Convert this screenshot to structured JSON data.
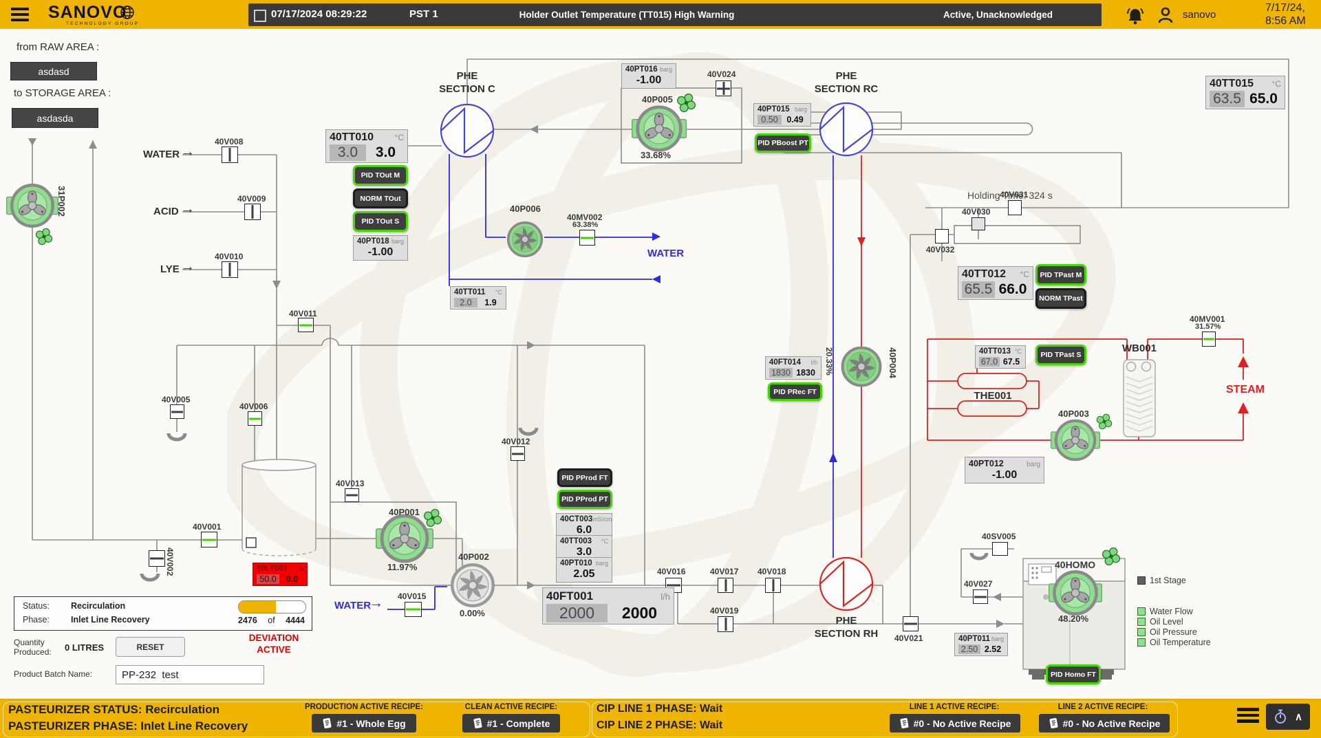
{
  "colors": {
    "brand_yellow": "#EFB400",
    "banner_dark": "#3A3A3A",
    "run_green": "#8FDE8F",
    "pid_green": "#45D800",
    "alarm_red": "#F50000",
    "line_blue": "#2B2BE0",
    "line_red": "#E02020",
    "line_gray": "#8C8C8C"
  },
  "glyphs": {
    "arrow_right": "→",
    "arrow_left": "←",
    "chevron_up": "∧"
  },
  "topbar": {
    "brand": "SANOVO",
    "brand_sub": "TECHNOLOGY GROUP",
    "alarm_time": "07/17/2024 08:29:22",
    "alarm_station": "PST 1",
    "alarm_message": "Holder Outlet Temperature (TT015) High Warning",
    "alarm_status": "Active, Unacknowledged",
    "username": "sanovo",
    "clock_date": "7/17/24,",
    "clock_time": "8:56 AM"
  },
  "areas": {
    "from_label": "from RAW AREA :",
    "from_value": "asdasd",
    "to_label": "to STORAGE AREA :",
    "to_value": "asdasda"
  },
  "flows": {
    "water_raw": "WATER",
    "acid": "ACID",
    "lye": "LYE",
    "water_chill": "WATER",
    "water_inject": "WATER",
    "steam": "STEAM",
    "holding": "Holding Time: 324 s"
  },
  "exchangers": {
    "c_line1": "PHE",
    "c_line2": "SECTION C",
    "rc_line1": "PHE",
    "rc_line2": "SECTION RC",
    "rh_line1": "PHE",
    "rh_line2": "SECTION RH",
    "the": "THE001",
    "wb": "WB001"
  },
  "pumps": {
    "p31002": {
      "tag": "31P002"
    },
    "p001": {
      "tag": "40P001",
      "pct": "11.97%"
    },
    "p002": {
      "tag": "40P002",
      "pct": "0.00%"
    },
    "p003": {
      "tag": "40P003"
    },
    "p004": {
      "tag": "40P004",
      "pct": "20.33%"
    },
    "p005": {
      "tag": "40P005",
      "pct": "33.68%"
    },
    "p006": {
      "tag": "40P006"
    },
    "homo": {
      "tag": "40HOMO",
      "pct": "48.20%"
    }
  },
  "valves": {
    "v001": "40V001",
    "v002": "40V002",
    "v005": "40V005",
    "v006": "40V006",
    "v008": "40V008",
    "v009": "40V009",
    "v010": "40V010",
    "v011": "40V011",
    "v012": "40V012",
    "v013": "40V013",
    "v015": "40V015",
    "v016": "40V016",
    "v017": "40V017",
    "v018": "40V018",
    "v019": "40V019",
    "v021": "40V021",
    "v024": "40V024",
    "v027": "40V027",
    "v030": "40V030",
    "v031": "40V031",
    "v032": "40V032",
    "sv005": "40SV005",
    "mv001": {
      "tag": "40MV001",
      "pct": "31.57%"
    },
    "mv002": {
      "tag": "40MV002",
      "pct": "63.38%"
    }
  },
  "instruments": {
    "tt010": {
      "tag": "40TT010",
      "unit": "°C",
      "v1": "3.0",
      "v2": "3.0"
    },
    "tt011": {
      "tag": "40TT011",
      "unit": "°C",
      "v1": "2.0",
      "v2": "1.9"
    },
    "tt003": {
      "tag": "40TT003",
      "unit": "°C",
      "v": "3.0"
    },
    "ct003": {
      "tag": "40CT003",
      "unit": "mS/cm",
      "v": "6.0"
    },
    "pt010": {
      "tag": "40PT010",
      "unit": "barg",
      "v": "2.05"
    },
    "pt016": {
      "tag": "40PT016",
      "unit": "barg",
      "v": "-1.00"
    },
    "pt018": {
      "tag": "40PT018",
      "unit": "barg",
      "v": "-1.00"
    },
    "pt015": {
      "tag": "40PT015",
      "unit": "barg",
      "v1": "0.50",
      "v2": "0.49"
    },
    "pt011": {
      "tag": "40PT011",
      "unit": "barg",
      "v1": "2.50",
      "v2": "2.52"
    },
    "pt012": {
      "tag": "40PT012",
      "unit": "barg",
      "v": "-1.00"
    },
    "ft001": {
      "tag": "40FT001",
      "unit": "l/h",
      "v1": "2000",
      "v2": "2000"
    },
    "ft014": {
      "tag": "40FT014",
      "unit": "l/h",
      "v1": "1830",
      "v2": "1830"
    },
    "tt012": {
      "tag": "40TT012",
      "unit": "°C",
      "v1": "65.5",
      "v2": "66.0"
    },
    "tt013": {
      "tag": "40TT013",
      "unit": "°C",
      "v1": "67.0",
      "v2": "67.5"
    },
    "tt015": {
      "tag": "40TT015",
      "unit": "°C",
      "v1": "63.5",
      "v2": "65.0"
    },
    "lt001": {
      "tag": "40LT001",
      "unit": "%",
      "v1": "50.0",
      "v2": "0.0"
    }
  },
  "buttons": {
    "tout_m": "PID TOut M",
    "norm_tout": "NORM TOut",
    "tout_s": "PID TOut S",
    "pboost": "PID PBoost PT",
    "prec": "PID PRec FT",
    "tpast_m": "PID TPast M",
    "norm_tpast": "NORM TPast",
    "tpast_s": "PID TPast S",
    "pprod_ft": "PID PProd FT",
    "pprod_pt": "PID PProd PT",
    "homo_ft": "PID Homo FT"
  },
  "status_panel": {
    "status_label": "Status:",
    "status_value": "Recirculation",
    "phase_label": "Phase:",
    "phase_value": "Inlet Line Recovery",
    "progress_current": "2476",
    "progress_of": "of",
    "progress_total": "4444",
    "qty_label1": "Quantity",
    "qty_label2": "Produced:",
    "qty_value": "0 LITRES",
    "reset": "RESET",
    "deviation1": "DEVIATION",
    "deviation2": "ACTIVE",
    "batch_label": "Product Batch Name:",
    "batch_value": "PP-232  test"
  },
  "legend": {
    "first_stage": "1st Stage",
    "water_flow": "Water Flow",
    "oil_level": "Oil Level",
    "oil_pressure": "Oil Pressure",
    "oil_temperature": "Oil Temperature"
  },
  "bottombar": {
    "status": "PASTEURIZER STATUS: Recirculation",
    "phase": "PASTEURIZER PHASE: Inlet Line Recovery",
    "prod_recipe_label": "PRODUCTION ACTIVE RECIPE:",
    "prod_recipe": "#1 - Whole Egg",
    "clean_recipe_label": "CLEAN ACTIVE RECIPE:",
    "clean_recipe": "#1 - Complete",
    "cip1": "CIP LINE 1 PHASE: Wait",
    "cip2": "CIP LINE 2 PHASE: Wait",
    "line1_label": "LINE 1 ACTIVE RECIPE:",
    "line1_recipe": "#0 - No Active Recipe",
    "line2_label": "LINE 2 ACTIVE RECIPE:",
    "line2_recipe": "#0 - No Active Recipe"
  }
}
